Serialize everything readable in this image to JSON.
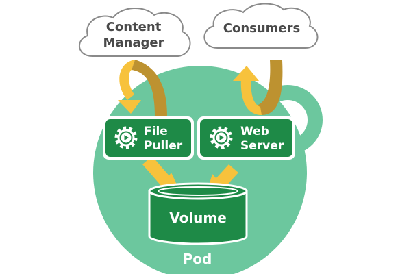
{
  "diagram": {
    "pod_label": "Pod",
    "volume_label": "Volume",
    "clouds": {
      "content_manager": {
        "line1": "Content",
        "line2": "Manager"
      },
      "consumers": {
        "label": "Consumers"
      }
    },
    "containers": {
      "file_puller": {
        "line1": "File",
        "line2": "Puller",
        "icon": "gear-play-icon"
      },
      "web_server": {
        "line1": "Web",
        "line2": "Server",
        "icon": "gear-play-icon"
      }
    },
    "colors": {
      "pod": "#6cc79e",
      "container": "#1e8a47",
      "arrow_light": "#f7c23c",
      "arrow_dark": "#bd9230",
      "cloud_stroke": "#8a8a8a"
    }
  }
}
